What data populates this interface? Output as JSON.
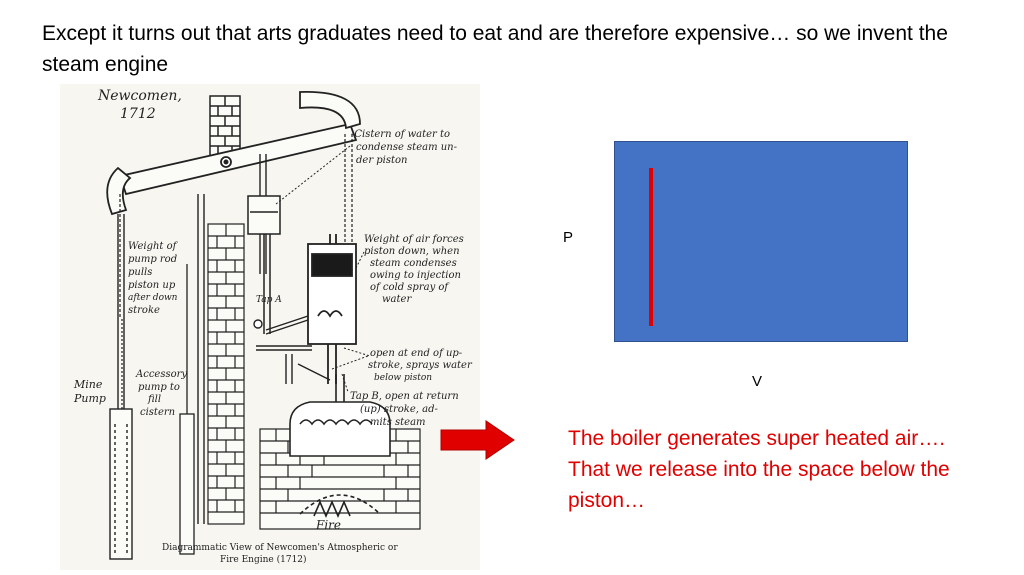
{
  "slide": {
    "title": "Except it turns out that arts graduates need to eat and are therefore expensive… so we invent the steam engine",
    "note": "The boiler generates super heated air…. That we release into the space below the piston…",
    "accent_color": "#e00000",
    "box_color": "#4472c4"
  },
  "pv_diagram": {
    "y_axis_label": "P",
    "x_axis_label": "V"
  },
  "engine_image": {
    "header_name": "Newcomen,",
    "header_year": "1712",
    "label_cistern": [
      "-Cistern of water to",
      "condense steam un-",
      "der piston"
    ],
    "label_weight_air": [
      "Weight of air forces",
      "piston down, when",
      "steam condenses",
      "owing to injection",
      "of cold spray of",
      "water"
    ],
    "label_weight_rod": [
      "Weight of",
      "pump rod",
      "pulls",
      "piston up",
      "after down",
      "stroke"
    ],
    "label_tap_a": "Tap A",
    "label_open_end": [
      "open at end of up-",
      "stroke, sprays water",
      "below piston"
    ],
    "label_accessory": [
      "Accessory",
      "pump to",
      "fill",
      "cistern"
    ],
    "label_mine_pump": [
      "Mine",
      "Pump"
    ],
    "label_tap_b": [
      "Tap B, open at return",
      "(up) stroke, ad-",
      "mits steam"
    ],
    "label_fire": "Fire",
    "caption_line1": "Diagrammatic View of Newcomen's Atmospheric or",
    "caption_line2": "Fire Engine (1712)"
  }
}
